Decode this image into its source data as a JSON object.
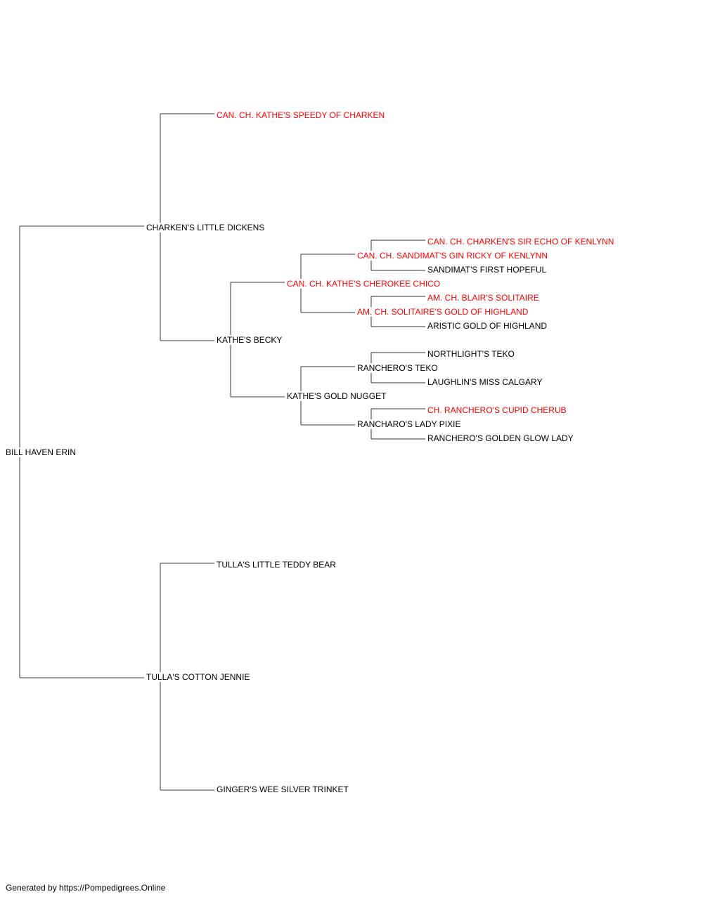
{
  "pedigree": {
    "subject": "BILL HAVEN ERIN",
    "colors": {
      "champion": "#ff0000",
      "normal": "#000000",
      "line": "#333333"
    },
    "nodes": {
      "subject": {
        "name": "BILL HAVEN ERIN",
        "champion": false
      },
      "sire": {
        "name": "CHARKEN'S LITTLE DICKENS",
        "champion": false
      },
      "dam": {
        "name": "TULLA'S COTTON JENNIE",
        "champion": false
      },
      "sire_sire": {
        "name": "CAN. CH. KATHE'S SPEEDY OF CHARKEN",
        "champion": true
      },
      "sire_dam": {
        "name": "KATHE'S BECKY",
        "champion": false
      },
      "dam_sire": {
        "name": "TULLA'S LITTLE TEDDY BEAR",
        "champion": false
      },
      "dam_dam": {
        "name": "GINGER'S WEE SILVER TRINKET",
        "champion": false
      },
      "sd_sire": {
        "name": "CAN. CH. KATHE'S CHEROKEE CHICO",
        "champion": true
      },
      "sd_dam": {
        "name": "KATHE'S GOLD NUGGET",
        "champion": false
      },
      "sds_sire": {
        "name": "CAN. CH. SANDIMAT'S GIN RICKY OF KENLYNN",
        "champion": true
      },
      "sds_dam": {
        "name": "AM. CH. SOLITAIRE'S GOLD OF HIGHLAND",
        "champion": true
      },
      "sdd_sire": {
        "name": "RANCHERO'S TEKO",
        "champion": false
      },
      "sdd_dam": {
        "name": "RANCHARO'S LADY PIXIE",
        "champion": false
      },
      "g1": {
        "name": "CAN. CH. CHARKEN'S SIR ECHO OF KENLYNN",
        "champion": true
      },
      "g2": {
        "name": "SANDIMAT'S FIRST HOPEFUL",
        "champion": false
      },
      "g3": {
        "name": "AM. CH. BLAIR'S SOLITAIRE",
        "champion": true
      },
      "g4": {
        "name": "ARISTIC GOLD OF HIGHLAND",
        "champion": false
      },
      "g5": {
        "name": "NORTHLIGHT'S TEKO",
        "champion": false
      },
      "g6": {
        "name": "LAUGHLIN'S MISS CALGARY",
        "champion": false
      },
      "g7": {
        "name": "CH. RANCHERO'S CUPID CHERUB",
        "champion": true
      },
      "g8": {
        "name": "RANCHERO'S GOLDEN GLOW LADY",
        "champion": false
      }
    }
  },
  "footer": {
    "text": "Generated by https://Pompedigrees.Online"
  }
}
